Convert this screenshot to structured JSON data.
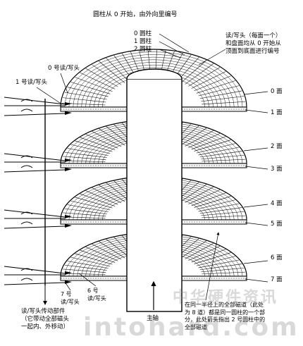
{
  "title": "圆柱从 0 开始，由外向里编号",
  "cylinder_labels": [
    "0 圆柱",
    "1 圆柱",
    "2 圆柱"
  ],
  "head_note": "读/写头（每面一个）\n和盘面均从 0 开始从\n顶面到底面进行编号",
  "head_labels": {
    "head0": "0 号读/写头",
    "head1": "1 号读/写头",
    "head6": "6 号\n读/写头",
    "head7": "7 号\n读/写头"
  },
  "surfaces": [
    "0 面",
    "1 面",
    "2 面",
    "3 面",
    "4 面",
    "5 面",
    "6 面",
    "7 面"
  ],
  "actuator_label": "读/写头传动部件\n（它带动全部磁头\n一起内、外移动）",
  "spindle_label": "主轴",
  "cylinder_note": "在同一半径上的全部磁道（此处\n为 8 道）都是同一圆柱的一个部\n分，此处箭头指出 2 号圆柱中的\n全部磁道",
  "watermark_cn": "中华硬件资讯",
  "watermark_en": "intohard.com",
  "colors": {
    "ink": "#000000",
    "paper": "#ffffff",
    "watermark": "#9a9a9a"
  }
}
